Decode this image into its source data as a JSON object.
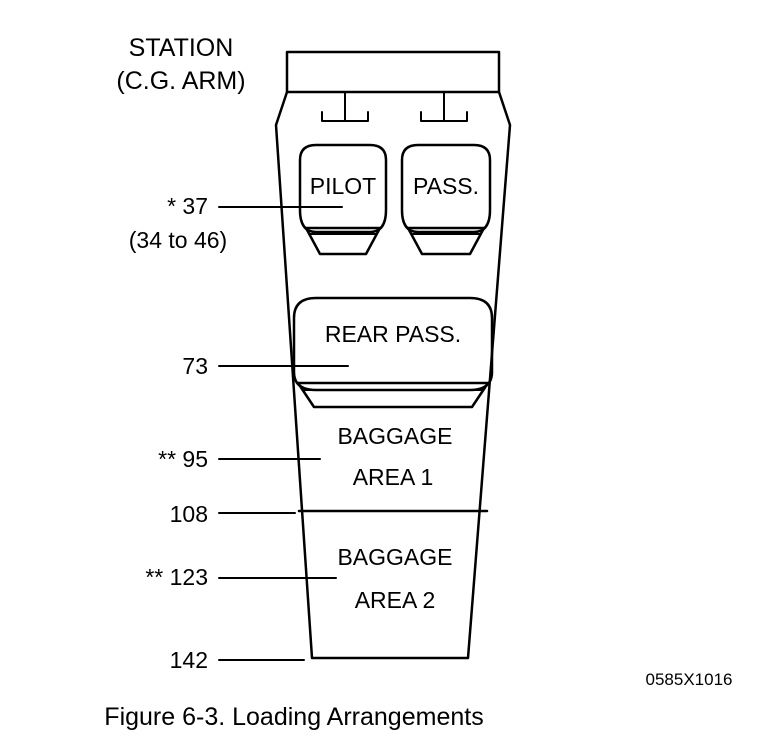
{
  "header": {
    "line1": "STATION",
    "line2": "(C.G. ARM)"
  },
  "seats": {
    "pilot": "PILOT",
    "passenger": "PASS.",
    "rear_passenger": "REAR PASS."
  },
  "baggage": {
    "area1_line1": "BAGGAGE",
    "area1_line2": "AREA 1",
    "area2_line1": "BAGGAGE",
    "area2_line2": "AREA 2"
  },
  "stations": {
    "s37": "* 37",
    "s37_range": "(34 to 46)",
    "s73": "73",
    "s95": "** 95",
    "s108": "108",
    "s123": "** 123",
    "s142": "142"
  },
  "figure": {
    "code": "0585X1016",
    "caption": "Figure 6-3. Loading Arrangements"
  }
}
